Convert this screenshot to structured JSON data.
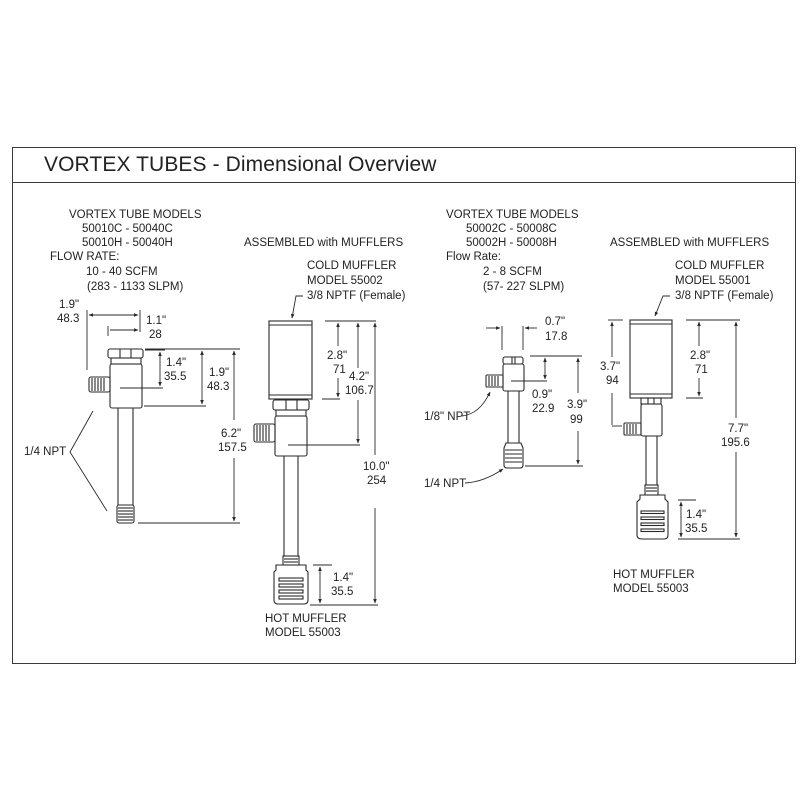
{
  "title": "VORTEX TUBES - Dimensional Overview",
  "left_section": {
    "models_heading": "VORTEX TUBE MODELS",
    "models_cold": "50010C  -  50040C",
    "models_hot": "50010H  -  50040H",
    "flow_rate_label": "FLOW RATE:",
    "flow_scfm": "10 - 40 SCFM",
    "flow_slpm": "(283 - 1133 SLPM)",
    "assembled_label": "ASSEMBLED with MUFFLERS",
    "cold_muffler_label": "COLD MUFFLER",
    "cold_muffler_model": "MODEL  55002",
    "cold_muffler_port": "3/8 NPTF (Female)",
    "hot_muffler_label": "HOT MUFFLER",
    "hot_muffler_model": "MODEL  55003",
    "inlet_port": "1/4 NPT",
    "dimensions": {
      "overall_width": {
        "in": "1.9\"",
        "mm": "48.3"
      },
      "body_width": {
        "in": "1.1\"",
        "mm": "28"
      },
      "inlet_height": {
        "in": "1.4\"",
        "mm": "35.5"
      },
      "body_height": {
        "in": "1.9\"",
        "mm": "48.3"
      },
      "tube_length": {
        "in": "6.2\"",
        "mm": "157.5"
      },
      "cold_muffler_height": {
        "in": "2.8\"",
        "mm": "71"
      },
      "cold_to_inlet": {
        "in": "4.2\"",
        "mm": "106.7"
      },
      "assembled_length": {
        "in": "10.0\"",
        "mm": "254"
      },
      "hot_muffler_height": {
        "in": "1.4\"",
        "mm": "35.5"
      }
    }
  },
  "right_section": {
    "models_heading": "VORTEX TUBE MODELS",
    "models_cold": "50002C  -  50008C",
    "models_hot": "50002H  -  50008H",
    "flow_rate_label": "Flow Rate:",
    "flow_scfm": "2 - 8 SCFM",
    "flow_slpm": "(57- 227 SLPM)",
    "assembled_label": "ASSEMBLED with MUFFLERS",
    "cold_muffler_label": "COLD MUFFLER",
    "cold_muffler_model": "MODEL  55001",
    "cold_muffler_port": "3/8 NPTF (Female)",
    "hot_muffler_label": "HOT MUFFLER",
    "hot_muffler_model": "MODEL  55003",
    "inlet_port": "1/8\" NPT",
    "outlet_port": "1/4 NPT",
    "dimensions": {
      "body_width": {
        "in": "0.7\"",
        "mm": "17.8"
      },
      "inlet_height": {
        "in": "0.9\"",
        "mm": "22.9"
      },
      "tube_length": {
        "in": "3.9\"",
        "mm": "99"
      },
      "cold_to_inlet": {
        "in": "3.7\"",
        "mm": "94"
      },
      "cold_muffler_height": {
        "in": "2.8\"",
        "mm": "71"
      },
      "assembled_length": {
        "in": "7.7\"",
        "mm": "195.6"
      },
      "hot_muffler_height": {
        "in": "1.4\"",
        "mm": "35.5"
      }
    }
  }
}
